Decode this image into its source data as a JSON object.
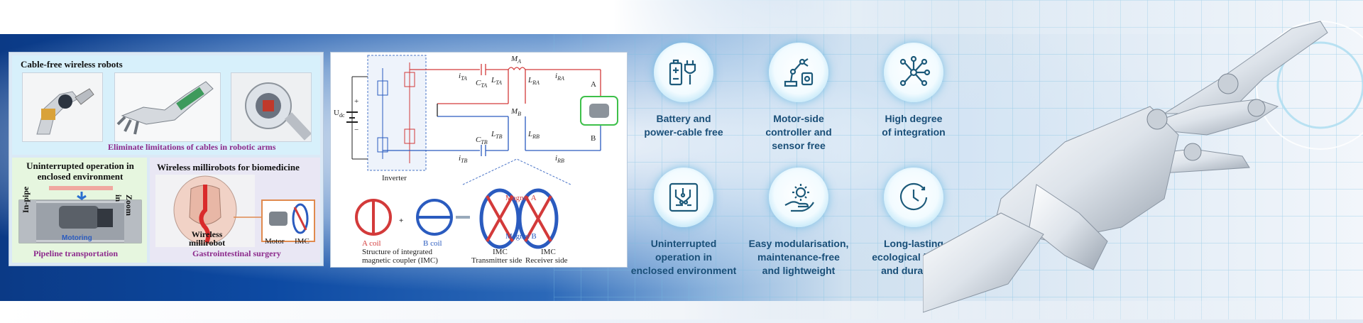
{
  "left_panel": {
    "top": {
      "title": "Cable-free wireless robots",
      "caption": "Eliminate limitations of cables in robotic arms"
    },
    "bottom_left": {
      "title_line1": "Uninterrupted operation in",
      "title_line2": "enclosed environment",
      "label_inpipe": "In-pipe",
      "label_zoomin": "Zoom in",
      "label_motoring": "Motoring",
      "caption": "Pipeline transportation"
    },
    "bottom_right": {
      "title": "Wireless millirobots for biomedicine",
      "label_wireless": "Wireless",
      "label_millirobot": "millirobot",
      "label_motor": "Motor",
      "label_imc": "IMC",
      "caption": "Gastrointestinal surgery"
    }
  },
  "circuit_panel": {
    "label_udc": "U",
    "label_udc_sub": "dc",
    "label_plus": "+",
    "label_minus": "−",
    "label_inverter": "Inverter",
    "label_ma": "M",
    "label_ma_sub": "A",
    "label_mb": "M",
    "label_mb_sub": "B",
    "label_cta": "C",
    "label_cta_sub": "TA",
    "label_ctb": "C",
    "label_ctb_sub": "TB",
    "label_ita": "i",
    "label_ita_sub": "TA",
    "label_itb": "i",
    "label_itb_sub": "TB",
    "label_ira": "i",
    "label_ira_sub": "RA",
    "label_irb": "i",
    "label_irb_sub": "RB",
    "label_lta": "L",
    "label_lta_sub": "TA",
    "label_lra": "L",
    "label_lra_sub": "RA",
    "label_ltb": "L",
    "label_ltb_sub": "TB",
    "label_lrb": "L",
    "label_lrb_sub": "RB",
    "label_a": "A",
    "label_b": "B",
    "label_acoil": "A coil",
    "label_bcoil": "B coil",
    "label_magnet_a": "Magnet A",
    "label_magnet_b": "Magnet B",
    "label_plus_sign": "+",
    "label_structure_line1": "Structure of integrated",
    "label_structure_line2": "magnetic coupler (IMC)",
    "label_imc_tx": "IMC",
    "label_tx_side": "Transmitter side",
    "label_imc_rx": "IMC",
    "label_rx_side": "Receiver side"
  },
  "features": [
    {
      "icon": "battery-plug-icon",
      "line1": "Battery and",
      "line2": "power-cable free",
      "line3": ""
    },
    {
      "icon": "robot-arm-icon",
      "line1": "Motor-side",
      "line2": "controller and",
      "line3": "sensor free"
    },
    {
      "icon": "network-integration-icon",
      "line1": "High degree",
      "line2": "of integration",
      "line3": ""
    },
    {
      "icon": "circuit-board-icon",
      "line1": "Uninterrupted",
      "line2": "operation in",
      "line3": "enclosed environment"
    },
    {
      "icon": "hand-gear-icon",
      "line1": "Easy modularisation,",
      "line2": "maintenance-free",
      "line3": "and lightweight"
    },
    {
      "icon": "clock-icon",
      "line1": "Long-lasting",
      "line2": "ecological impact",
      "line3": "and durability"
    }
  ],
  "colors": {
    "accent_blue": "#1a4f78",
    "coil_red": "#d33a3a",
    "coil_blue": "#2a5bbf",
    "caption_purple": "#8c2a8c"
  }
}
